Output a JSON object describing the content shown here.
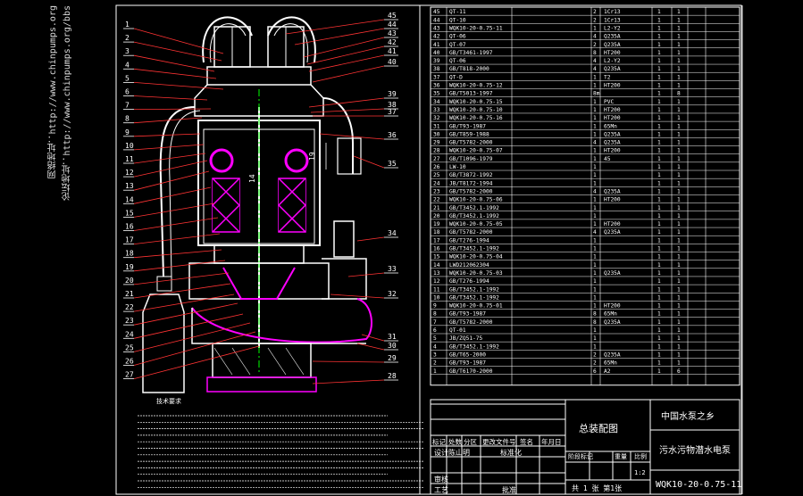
{
  "watermark": {
    "lines": [
      "网络地址：http://www.chinpumps.org",
      "论坛地址：http://www.chinpumps.org/bbs"
    ]
  },
  "balloons_left": [
    "1",
    "2",
    "3",
    "4",
    "5",
    "6",
    "7",
    "8",
    "9",
    "10",
    "11",
    "12",
    "13",
    "14",
    "15",
    "16",
    "17",
    "18",
    "19",
    "20",
    "21",
    "22",
    "23",
    "24",
    "25",
    "26",
    "27"
  ],
  "balloons_right": [
    "45",
    "44",
    "43",
    "42",
    "41",
    "40",
    "39",
    "38",
    "37",
    "36",
    "35",
    "34",
    "33",
    "32",
    "31",
    "30",
    "29",
    "28"
  ],
  "dimensions": {
    "d1": "19",
    "d2": "14"
  },
  "parts_table": {
    "rows": [
      [
        "45",
        "QT-11",
        "",
        "2",
        "1Cr13",
        "1",
        "1",
        ""
      ],
      [
        "44",
        "QT-10",
        "",
        "2",
        "1Cr13",
        "1",
        "1",
        ""
      ],
      [
        "43",
        "WQK10-20-0.75-11",
        "",
        "1",
        "L2-Y2",
        "1",
        "1",
        ""
      ],
      [
        "42",
        "QT-06",
        "",
        "4",
        "Q235A",
        "1",
        "1",
        ""
      ],
      [
        "41",
        "QT-07",
        "",
        "2",
        "Q235A",
        "1",
        "1",
        ""
      ],
      [
        "40",
        "GB/T3461-1997",
        "",
        "8",
        "HT200",
        "1",
        "1",
        ""
      ],
      [
        "39",
        "QT-06",
        "",
        "4",
        "L2-Y2",
        "1",
        "1",
        ""
      ],
      [
        "38",
        "GB/T818-2000",
        "",
        "4",
        "Q235A",
        "1",
        "1",
        ""
      ],
      [
        "37",
        "QT-D",
        "",
        "1",
        "T2",
        "1",
        "1",
        ""
      ],
      [
        "36",
        "WQK10-20-0.75-12",
        "",
        "1",
        "HT200",
        "1",
        "1",
        ""
      ],
      [
        "35",
        "GB/T5013-1997",
        "",
        "8m",
        "",
        "1",
        "8",
        ""
      ],
      [
        "34",
        "WQK10-20-0.75-15",
        "",
        "1",
        "PVC",
        "1",
        "1",
        ""
      ],
      [
        "33",
        "WQK10-20-0.75-10",
        "",
        "1",
        "HT200",
        "1",
        "1",
        ""
      ],
      [
        "32",
        "WQK10-20-0.75-16",
        "",
        "1",
        "HT200",
        "1",
        "1",
        ""
      ],
      [
        "31",
        "GB/T93-1987",
        "",
        "1",
        "65Mn",
        "1",
        "1",
        ""
      ],
      [
        "30",
        "GB/T859-1988",
        "",
        "1",
        "Q235A",
        "1",
        "1",
        ""
      ],
      [
        "29",
        "GB/T5782-2000",
        "",
        "4",
        "Q235A",
        "1",
        "1",
        ""
      ],
      [
        "28",
        "WQK10-20-0.75-07",
        "",
        "1",
        "HT200",
        "1",
        "1",
        ""
      ],
      [
        "27",
        "GB/T1096-1979",
        "",
        "1",
        "45",
        "1",
        "1",
        ""
      ],
      [
        "26",
        "LW-10",
        "",
        "1",
        "",
        "1",
        "1",
        ""
      ],
      [
        "25",
        "GB/T3872-1992",
        "",
        "1",
        "",
        "1",
        "1",
        ""
      ],
      [
        "24",
        "JB/T8172-1994",
        "",
        "1",
        "",
        "1",
        "1",
        ""
      ],
      [
        "23",
        "GB/T5782-2000",
        "",
        "4",
        "Q235A",
        "1",
        "1",
        ""
      ],
      [
        "22",
        "WQK10-20-0.75-06",
        "",
        "1",
        "HT200",
        "1",
        "1",
        ""
      ],
      [
        "21",
        "GB/T3452.1-1992",
        "",
        "1",
        "",
        "1",
        "1",
        ""
      ],
      [
        "20",
        "GB/T3452.1-1992",
        "",
        "1",
        "",
        "1",
        "1",
        ""
      ],
      [
        "19",
        "WQK10-20-0.75-05",
        "",
        "1",
        "HT200",
        "1",
        "1",
        ""
      ],
      [
        "18",
        "GB/T5782-2000",
        "",
        "4",
        "Q235A",
        "1",
        "1",
        ""
      ],
      [
        "17",
        "GB/T276-1994",
        "",
        "1",
        "",
        "1",
        "1",
        ""
      ],
      [
        "16",
        "GB/T3452.1-1992",
        "",
        "1",
        "",
        "1",
        "1",
        ""
      ],
      [
        "15",
        "WQK10-20-0.75-04",
        "",
        "1",
        "",
        "1",
        "1",
        ""
      ],
      [
        "14",
        "LWD212062304",
        "",
        "1",
        "",
        "1",
        "1",
        ""
      ],
      [
        "13",
        "WQK10-20-0.75-03",
        "",
        "1",
        "Q235A",
        "1",
        "1",
        ""
      ],
      [
        "12",
        "GB/T276-1994",
        "",
        "1",
        "",
        "1",
        "1",
        ""
      ],
      [
        "11",
        "GB/T3452.1-1992",
        "",
        "1",
        "",
        "1",
        "1",
        ""
      ],
      [
        "10",
        "GB/T3452.1-1992",
        "",
        "1",
        "",
        "1",
        "1",
        ""
      ],
      [
        "9",
        "WQK10-20-0.75-01",
        "",
        "1",
        "HT200",
        "1",
        "1",
        ""
      ],
      [
        "8",
        "GB/T93-1987",
        "",
        "8",
        "65Mn",
        "1",
        "1",
        ""
      ],
      [
        "7",
        "GB/T5782-2000",
        "",
        "8",
        "Q235A",
        "1",
        "1",
        ""
      ],
      [
        "6",
        "QT-01",
        "",
        "1",
        "",
        "1",
        "1",
        ""
      ],
      [
        "5",
        "JB/ZQ51-75",
        "",
        "1",
        "",
        "1",
        "1",
        ""
      ],
      [
        "4",
        "GB/T3452.1-1992",
        "",
        "1",
        "",
        "1",
        "1",
        ""
      ],
      [
        "3",
        "GB/T65-2000",
        "",
        "2",
        "Q235A",
        "1",
        "1",
        ""
      ],
      [
        "2",
        "GB/T93-1987",
        "",
        "2",
        "65Mn",
        "1",
        "1",
        ""
      ],
      [
        "1",
        "GB/T6170-2000",
        "",
        "6",
        "A2",
        "1",
        "6",
        ""
      ]
    ]
  },
  "title_block": {
    "drawing_title": "总装配图",
    "org": "中国水泵之乡",
    "product": "污水污物潜水电泵",
    "model": "WQK10-20-0.75-11",
    "scale_label": "比例",
    "scale_value": "1:2",
    "weight_label": "重量",
    "stage_label": "阶段标记",
    "sheet_info": "共 1 张 第1张",
    "revision_headers": [
      "标记",
      "处数",
      "分区",
      "更改文件号",
      "签名",
      "年月日"
    ],
    "sign_rows": [
      "设计",
      "审核",
      "工艺"
    ],
    "designer": "陈山明",
    "std_label": "标准化",
    "approve_label": "批准"
  },
  "notes_heading": "技术要求"
}
